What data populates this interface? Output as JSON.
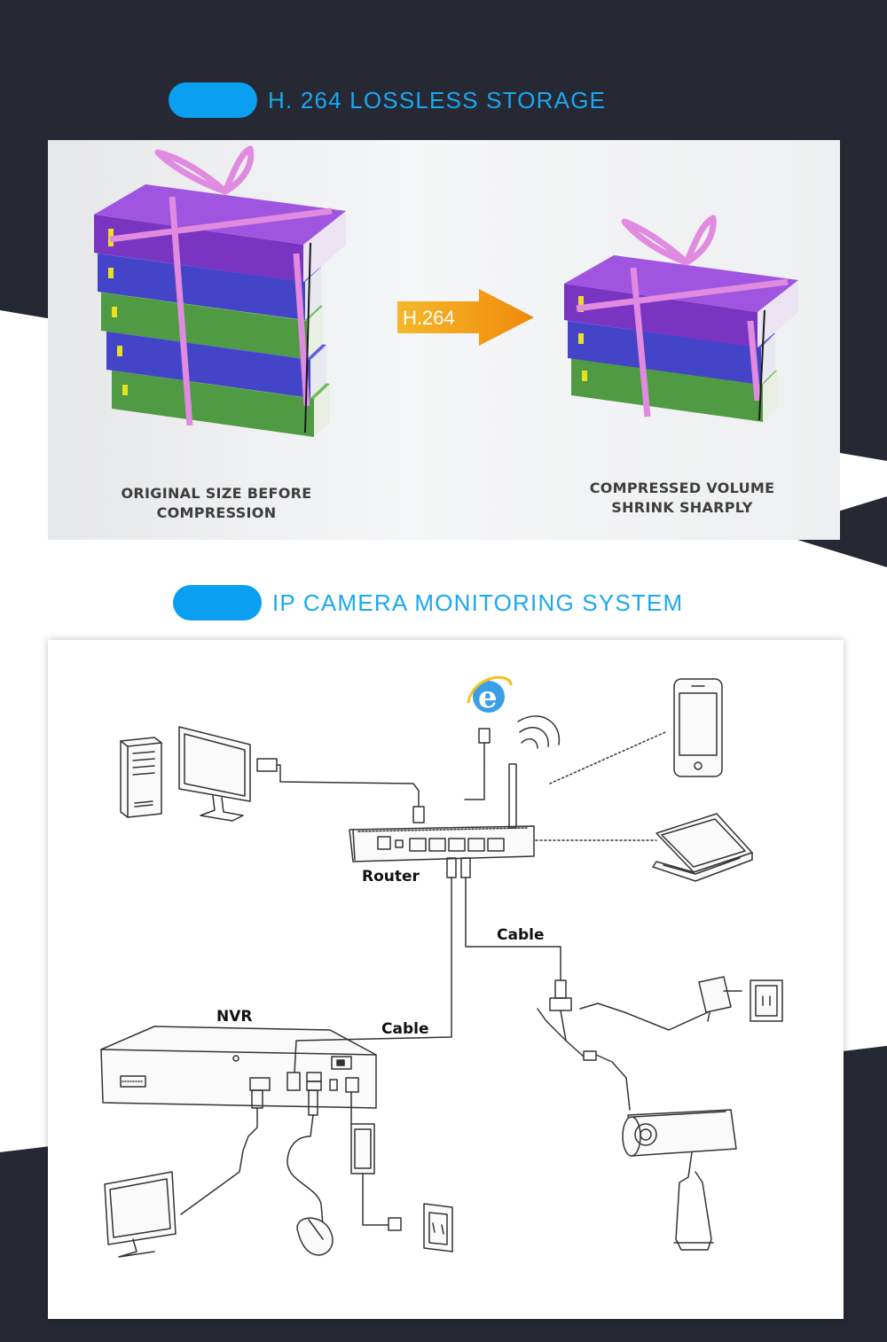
{
  "sections": [
    {
      "title": "H. 264 LOSSLESS STORAGE"
    },
    {
      "title": "IP CAMERA MONITORING SYSTEM"
    }
  ],
  "compression": {
    "badge": "H.264",
    "before_caption": [
      "ORIGINAL SIZE BEFORE",
      "COMPRESSION"
    ],
    "after_caption": [
      "COMPRESSED VOLUME",
      "SHRINK SHARPLY"
    ],
    "book_colors_before": [
      "#8b3fd6",
      "#4f4fd6",
      "#5aa84a",
      "#4f4fd6",
      "#5aa84a"
    ],
    "book_colors_after": [
      "#8b3fd6",
      "#4f4fd6",
      "#5aa84a"
    ]
  },
  "network": {
    "router_label": "Router",
    "nvr_label": "NVR",
    "cable_label_1": "Cable",
    "cable_label_2": "Cable"
  },
  "colors": {
    "accent": "#0a9ff0",
    "dark_bg": "#262833",
    "arrow": "#f59a0c"
  }
}
